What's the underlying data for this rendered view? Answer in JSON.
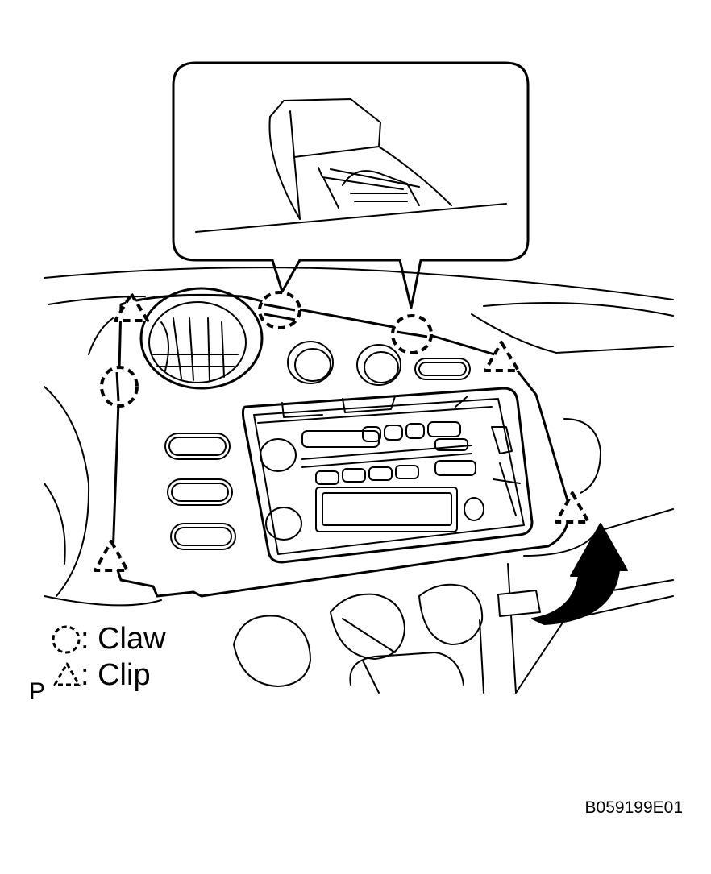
{
  "legend": {
    "claw_label": ": Claw",
    "clip_label": ": Clip"
  },
  "panel_letter": "P",
  "figure_code": "B059199E01",
  "colors": {
    "ink": "#000000",
    "paper": "#ffffff"
  },
  "icons": {
    "claw": "dashed-circle",
    "clip": "dashed-triangle",
    "direction": "curved-arrow"
  }
}
